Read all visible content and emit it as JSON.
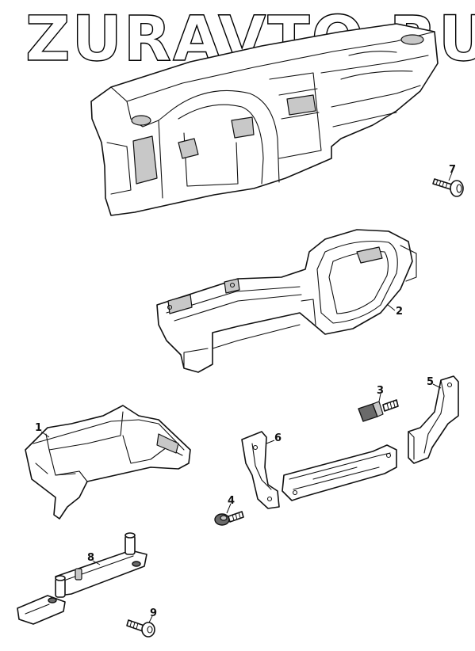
{
  "watermark": {
    "text": "ZURAVTO.RU"
  },
  "callouts": {
    "c1": "1",
    "c2": "2",
    "c3": "3",
    "c4": "4",
    "c5": "5",
    "c6": "6",
    "c7": "7",
    "c8": "8",
    "c9": "9"
  }
}
